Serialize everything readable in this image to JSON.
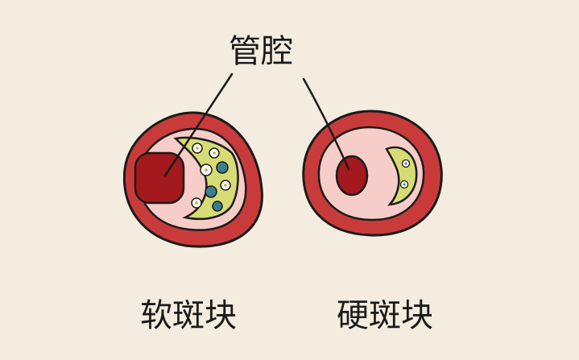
{
  "labels": {
    "lumen": "管腔",
    "soft_plaque": "软斑块",
    "hard_plaque": "硬斑块"
  },
  "colors": {
    "background": "#f3ecdf",
    "outline": "#1a1a1a",
    "vessel_wall": "#c93b3b",
    "vessel_inner": "#f6cdc8",
    "lumen": "#a3191e",
    "plaque_fill": "#d6dc73",
    "cell_blue": "#3b7f8f"
  },
  "icons": {
    "soft_vessel": "artery-cross-section-soft-plaque-icon",
    "hard_vessel": "artery-cross-section-hard-plaque-icon"
  }
}
